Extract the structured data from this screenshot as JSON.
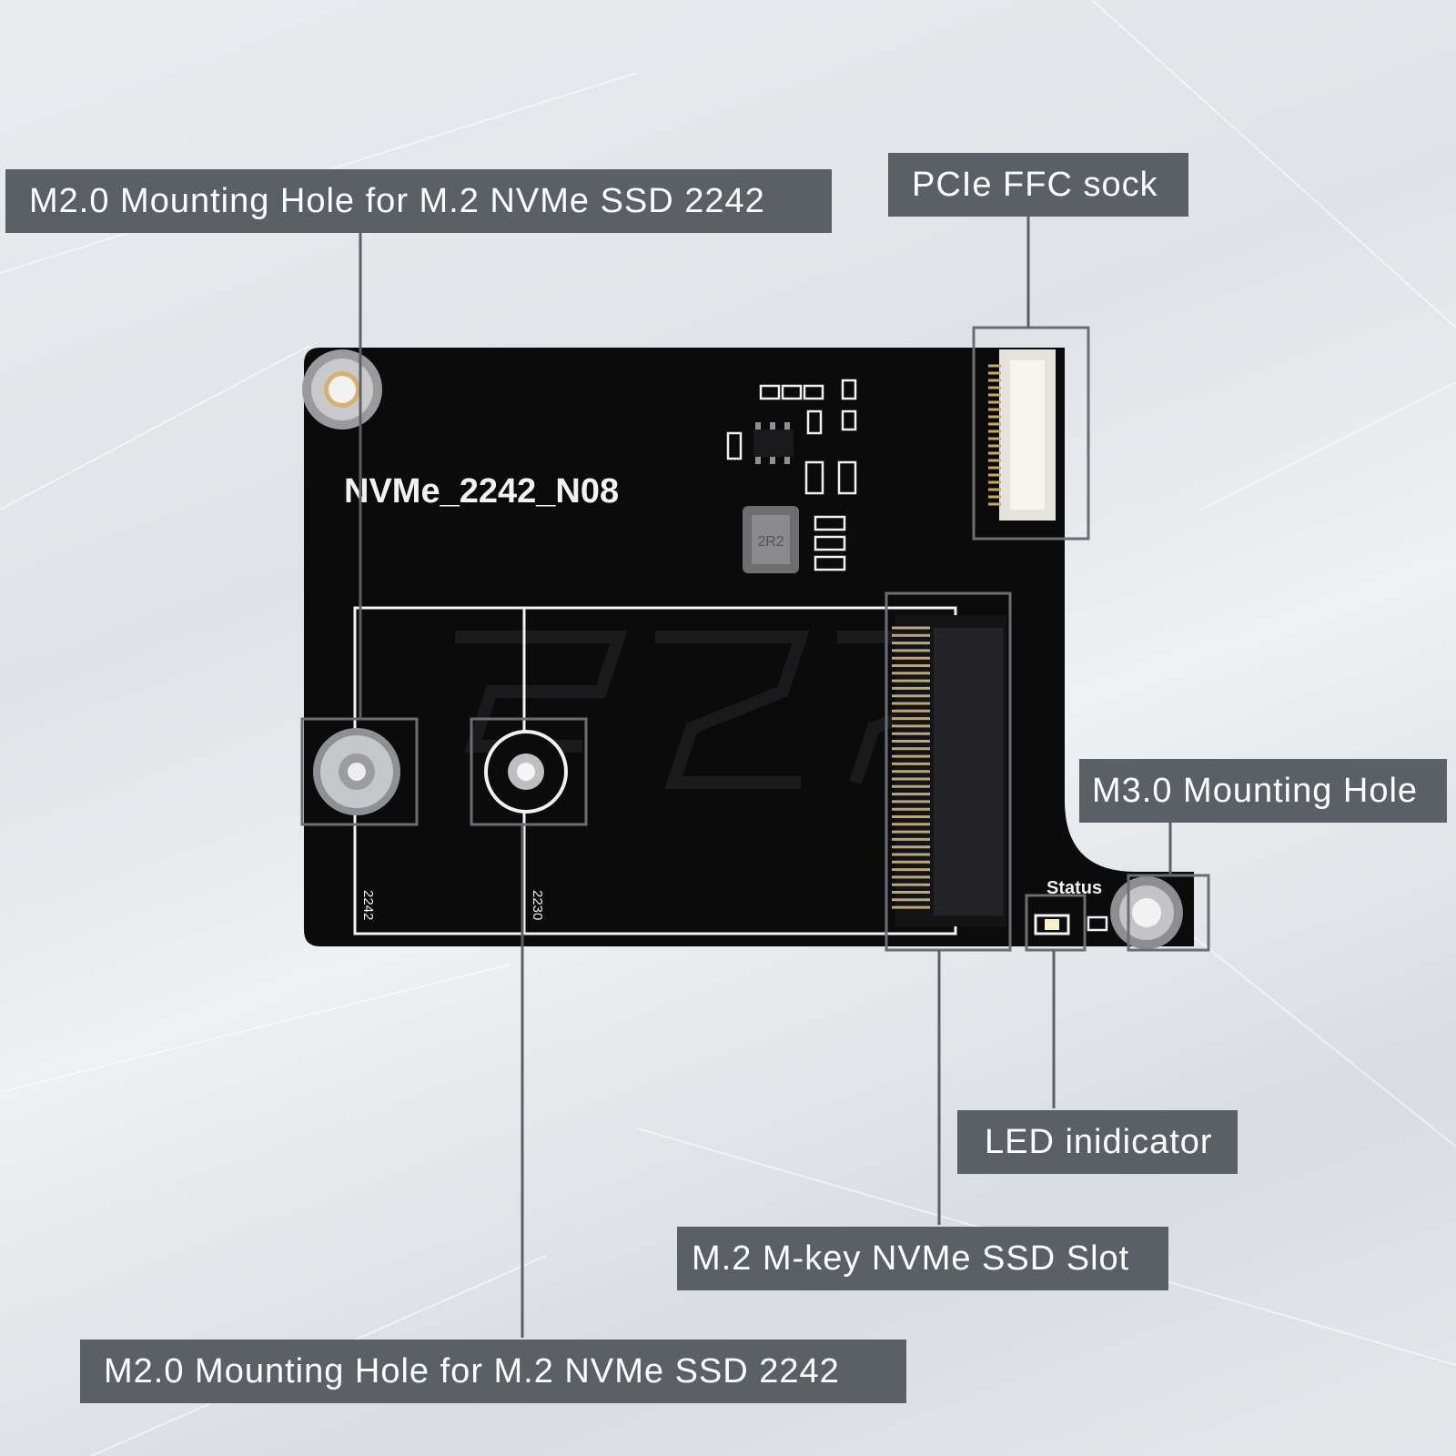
{
  "callouts": {
    "m2_hole_top": "M2.0  Mounting Hole for M.2 NVMe SSD 2242",
    "pcie_ffc": "PCIe FFC sock",
    "m3_hole": "M3.0 Mounting Hole",
    "led": "LED inidicator",
    "ssd_slot": "M.2 M-key NVMe SSD Slot",
    "m2_hole_bottom": "M2.0  Mounting Hole for M.2 NVMe SSD 2242"
  },
  "board": {
    "silkscreen_title": "NVMe_2242_N08",
    "status_label": "Status",
    "size_2242": "2242",
    "size_2230": "2230",
    "inductor_code": "2R2"
  },
  "colors": {
    "callout_bg": "#5b5f66",
    "pcb": "#0b0b0c",
    "silkscreen": "#f2f2f2"
  }
}
